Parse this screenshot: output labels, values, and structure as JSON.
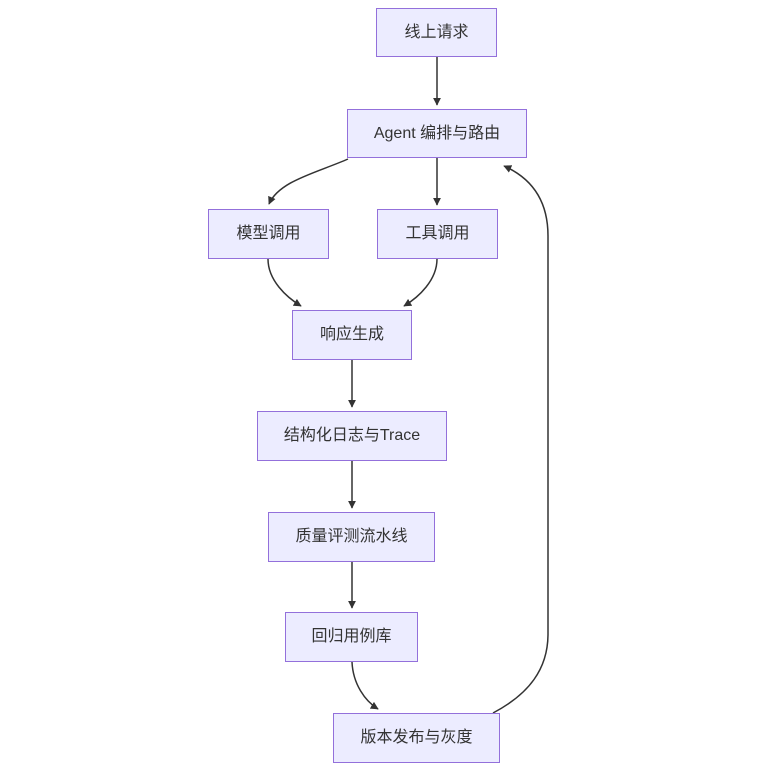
{
  "diagram": {
    "type": "flowchart",
    "direction": "top-down",
    "colors": {
      "background": "#ffffff",
      "node_fill": "#ECECFF",
      "node_border": "#9370DB",
      "edge_color": "#333333",
      "text_color": "#333333"
    },
    "nodes": [
      {
        "id": "online-request",
        "label": "线上请求"
      },
      {
        "id": "agent-orchestration",
        "label": "Agent 编排与路由"
      },
      {
        "id": "model-call",
        "label": "模型调用"
      },
      {
        "id": "tool-call",
        "label": "工具调用"
      },
      {
        "id": "response-generation",
        "label": "响应生成"
      },
      {
        "id": "structured-logs-trace",
        "label": "结构化日志与Trace"
      },
      {
        "id": "quality-eval-pipeline",
        "label": "质量评测流水线"
      },
      {
        "id": "regression-cases",
        "label": "回归用例库"
      },
      {
        "id": "release-canary",
        "label": "版本发布与灰度"
      }
    ],
    "edges": [
      {
        "from": "online-request",
        "to": "agent-orchestration"
      },
      {
        "from": "agent-orchestration",
        "to": "model-call"
      },
      {
        "from": "agent-orchestration",
        "to": "tool-call"
      },
      {
        "from": "model-call",
        "to": "response-generation"
      },
      {
        "from": "tool-call",
        "to": "response-generation"
      },
      {
        "from": "response-generation",
        "to": "structured-logs-trace"
      },
      {
        "from": "structured-logs-trace",
        "to": "quality-eval-pipeline"
      },
      {
        "from": "quality-eval-pipeline",
        "to": "regression-cases"
      },
      {
        "from": "regression-cases",
        "to": "release-canary"
      },
      {
        "from": "release-canary",
        "to": "agent-orchestration"
      }
    ]
  }
}
